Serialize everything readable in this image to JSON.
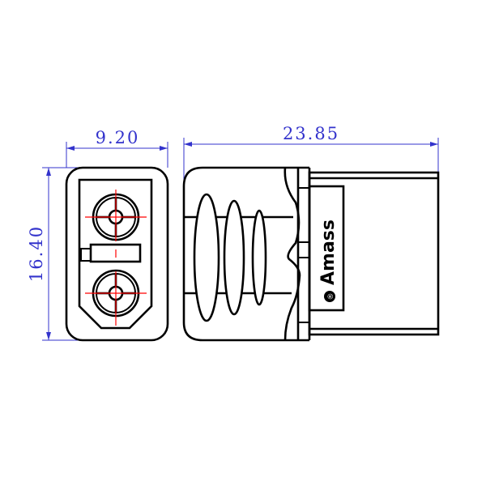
{
  "dimensions": {
    "width": "9.20",
    "length": "23.85",
    "height": "16.40"
  },
  "logo": {
    "text": "Amass",
    "mark": "®"
  },
  "colors": {
    "dimension": "#3333cc",
    "centerline": "#ff0000",
    "outline": "#000000"
  }
}
